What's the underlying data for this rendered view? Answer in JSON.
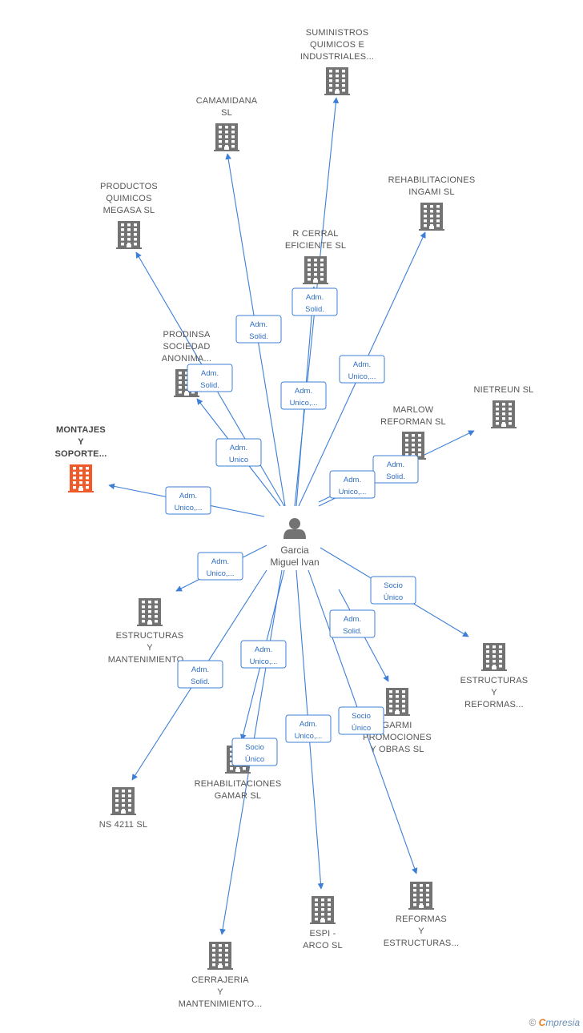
{
  "center": {
    "label_lines": [
      "Garcia",
      "Miguel Ivan"
    ],
    "icon": "person-icon"
  },
  "colors": {
    "edge": "#3d7fd6",
    "building": "#737373",
    "highlight": "#f05a28"
  },
  "nodes": [
    {
      "id": "suministros",
      "label_lines": [
        "SUMINISTROS",
        "QUIMICOS E",
        "INDUSTRIALES..."
      ],
      "highlight": false
    },
    {
      "id": "camamidana",
      "label_lines": [
        "CAMAMIDANA",
        "SL"
      ],
      "highlight": false
    },
    {
      "id": "rehab-ingami",
      "label_lines": [
        "REHABILITACIONES",
        "INGAMI  SL"
      ],
      "highlight": false
    },
    {
      "id": "productos",
      "label_lines": [
        "PRODUCTOS",
        "QUIMICOS",
        "MEGASA  SL"
      ],
      "highlight": false
    },
    {
      "id": "rcerral",
      "label_lines": [
        "R CERRAL",
        "EFICIENTE  SL"
      ],
      "highlight": false
    },
    {
      "id": "prodinsa",
      "label_lines": [
        "PRODINSA",
        "SOCIEDAD",
        "ANONIMA..."
      ],
      "highlight": false
    },
    {
      "id": "nietreun",
      "label_lines": [
        "NIETREUN  SL"
      ],
      "highlight": false
    },
    {
      "id": "marlow",
      "label_lines": [
        "MARLOW",
        "REFORMAN  SL"
      ],
      "highlight": false
    },
    {
      "id": "montajes",
      "label_lines": [
        "MONTAJES",
        "Y",
        "SOPORTE..."
      ],
      "highlight": true
    },
    {
      "id": "estructuras-mant",
      "label_lines": [
        "ESTRUCTURAS",
        "Y",
        "MANTENIMIENTO..."
      ],
      "highlight": false
    },
    {
      "id": "estructuras-ref",
      "label_lines": [
        "ESTRUCTURAS",
        "Y",
        "REFORMAS..."
      ],
      "highlight": false
    },
    {
      "id": "garmi",
      "label_lines": [
        "GARMI",
        "PROMOCIONES",
        "Y OBRAS  SL"
      ],
      "highlight": false
    },
    {
      "id": "rehab-gamar",
      "label_lines": [
        "REHABILITACIONES",
        "GAMAR  SL"
      ],
      "highlight": false
    },
    {
      "id": "ns4211",
      "label_lines": [
        "NS 4211  SL"
      ],
      "highlight": false
    },
    {
      "id": "espi",
      "label_lines": [
        "ESPI -",
        "ARCO  SL"
      ],
      "highlight": false
    },
    {
      "id": "reformas",
      "label_lines": [
        "REFORMAS",
        "Y",
        "ESTRUCTURAS..."
      ],
      "highlight": false
    },
    {
      "id": "cerrajeria",
      "label_lines": [
        "CERRAJERIA",
        "Y",
        "MANTENIMIENTO..."
      ],
      "highlight": false
    }
  ],
  "edges": [
    {
      "to": "suministros",
      "badge_lines": [
        "Adm.",
        "Unico,..."
      ]
    },
    {
      "to": "camamidana",
      "badge_lines": [
        "Adm.",
        "Solid."
      ]
    },
    {
      "to": "rehab-ingami",
      "badge_lines": [
        "Adm.",
        "Unico,..."
      ]
    },
    {
      "to": "productos",
      "badge_lines": [
        "Adm.",
        "Solid."
      ]
    },
    {
      "to": "rcerral",
      "badge_lines": [
        "Adm.",
        "Solid."
      ]
    },
    {
      "to": "prodinsa",
      "badge_lines": [
        "Adm.",
        "Unico"
      ]
    },
    {
      "to": "nietreun",
      "badge_lines": [
        "Adm.",
        "Solid."
      ]
    },
    {
      "to": "marlow",
      "badge_lines": [
        "Adm.",
        "Unico,..."
      ]
    },
    {
      "to": "montajes",
      "badge_lines": [
        "Adm.",
        "Unico,..."
      ]
    },
    {
      "to": "estructuras-mant",
      "badge_lines": [
        "Adm.",
        "Unico,..."
      ]
    },
    {
      "to": "estructuras-ref",
      "badge_lines": [
        "Socio",
        "Único"
      ]
    },
    {
      "to": "garmi",
      "badge_lines": [
        "Adm.",
        "Solid."
      ]
    },
    {
      "to": "rehab-gamar",
      "badge_lines": [
        "Socio",
        "Único"
      ]
    },
    {
      "to": "cerrajeria",
      "badge_lines": [
        "Adm.",
        "Unico,..."
      ]
    },
    {
      "to": "ns4211",
      "badge_lines": [
        "Adm.",
        "Solid."
      ]
    },
    {
      "to": "espi",
      "badge_lines": [
        "Adm.",
        "Unico,..."
      ]
    },
    {
      "to": "reformas",
      "badge_lines": [
        "Socio",
        "Único"
      ]
    }
  ],
  "watermark": {
    "symbol": "©",
    "brand_initial": "C",
    "brand_rest": "mpresia"
  }
}
